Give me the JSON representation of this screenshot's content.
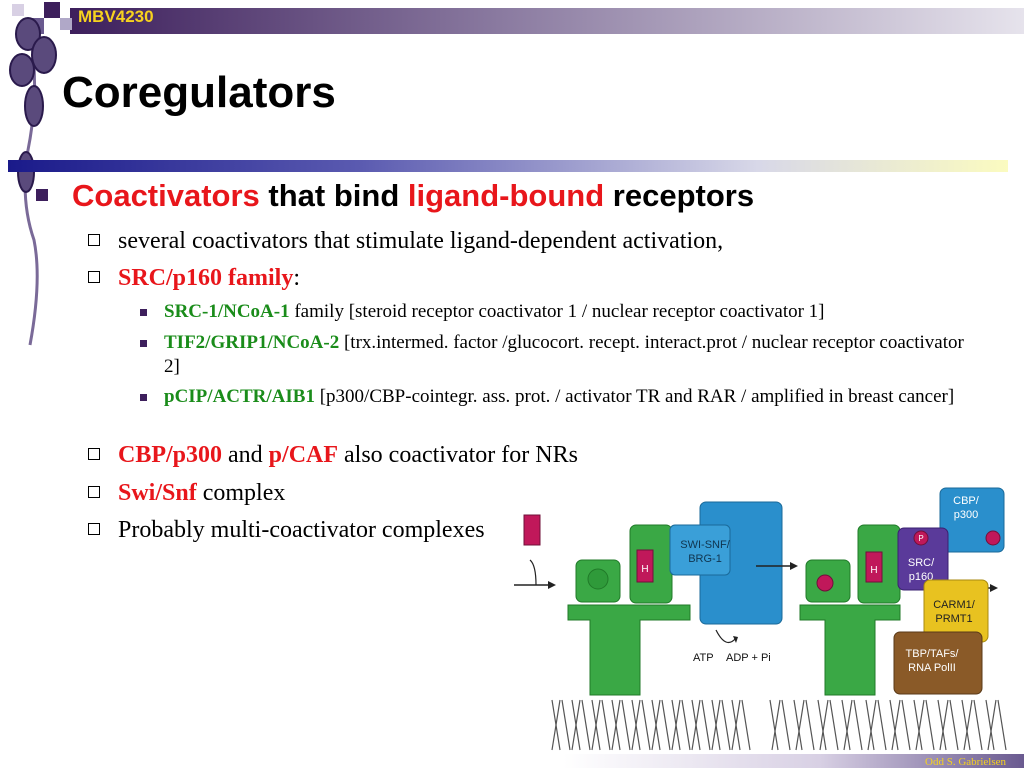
{
  "header": {
    "course": "MBV4230"
  },
  "title": "Coregulators",
  "bullet1": {
    "part1": "Coactivators",
    "part2": " that bind ",
    "part3": "ligand-bound",
    "part4": " receptors"
  },
  "sub": {
    "item1": "several coactivators that stimulate ligand-dependent activation,",
    "item2_red": "SRC/p160 family",
    "item2_rest": ":",
    "sub_items": [
      {
        "name": "SRC-1/NCoA-1",
        "desc": " family  [steroid receptor coactivator 1 / nuclear receptor coactivator 1]"
      },
      {
        "name": "TIF2/GRIP1/NCoA-2",
        "desc": " [trx.intermed. factor /glucocort. recept. interact.prot / nuclear receptor coactivator 2]"
      },
      {
        "name": "pCIP/ACTR/AIB1",
        "desc": " [p300/CBP-cointegr. ass. prot. / activator TR and RAR / amplified in breast cancer]"
      }
    ],
    "item3_red1": "CBP/p300",
    "item3_mid": " and ",
    "item3_red2": "p/CAF",
    "item3_rest": " also coactivator for NRs",
    "item4_red": "Swi/Snf",
    "item4_rest": " complex",
    "item5": "Probably multi-coactivator complexes"
  },
  "figure": {
    "swisnf_line1": "SWI-SNF/",
    "swisnf_line2": "BRG-1",
    "atp": "ATP",
    "adp": "ADP + Pi",
    "cbp_line1": "CBP/",
    "cbp_line2": "p300",
    "src_line1": "SRC/",
    "src_line2": "p160",
    "carm_line1": "CARM1/",
    "carm_line2": "PRMT1",
    "tbp_line1": "TBP/TAFs/",
    "tbp_line2": "RNA PolII",
    "h_label": "H",
    "p_label": "P"
  },
  "footer": {
    "author": "Odd S. Gabrielsen"
  }
}
